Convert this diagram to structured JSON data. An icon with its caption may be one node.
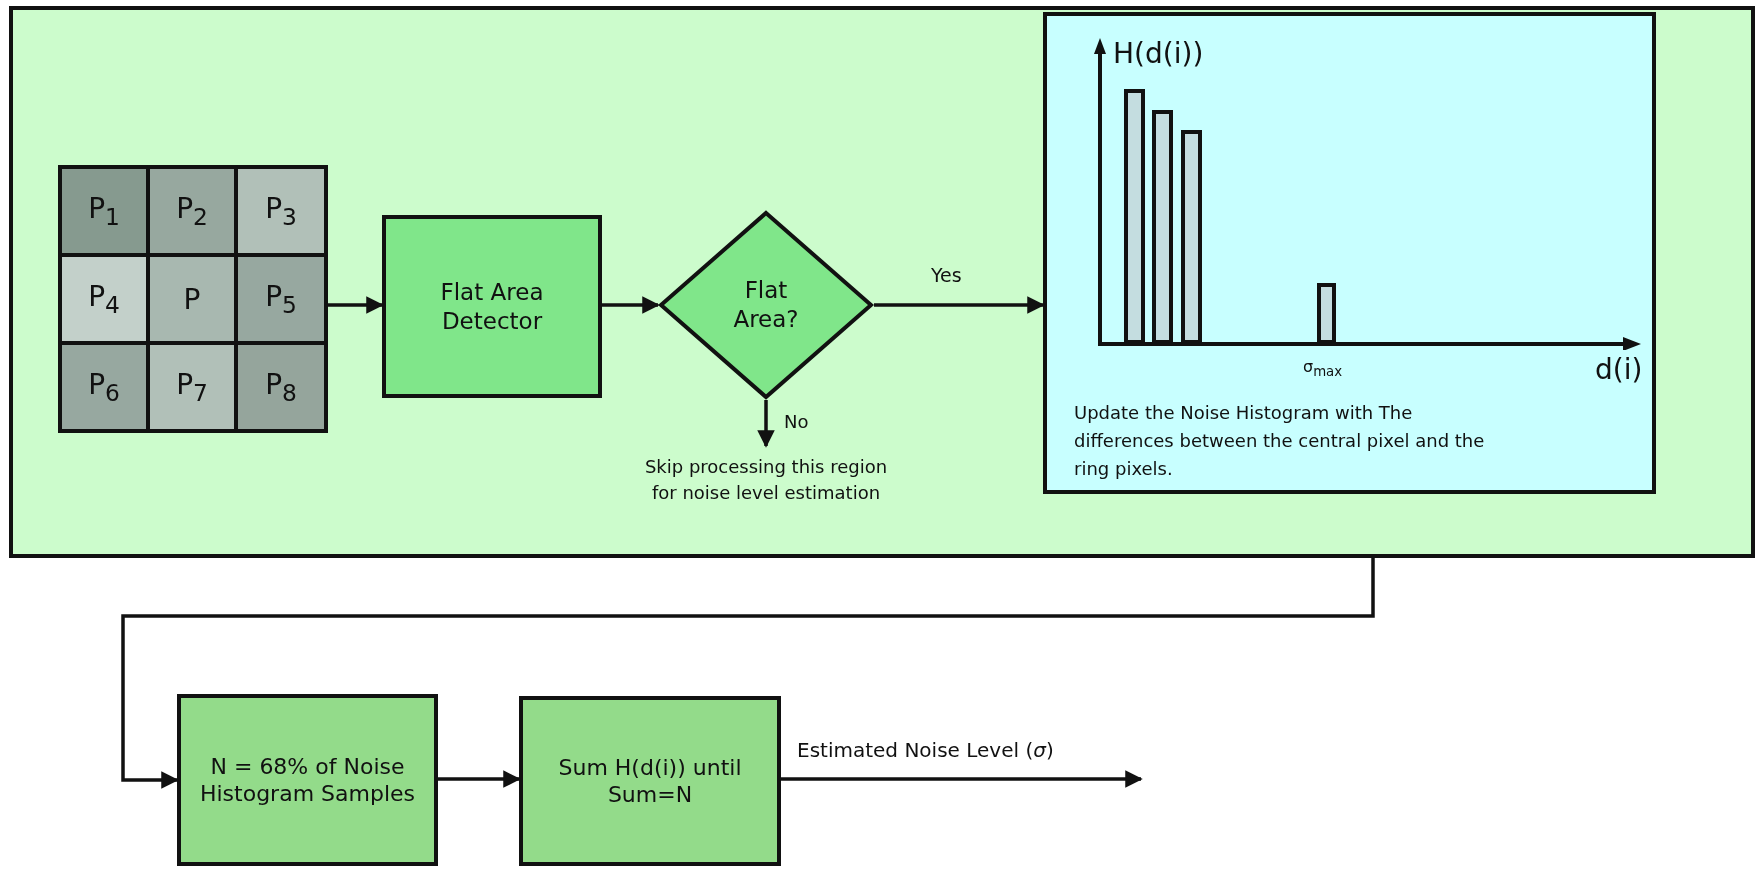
{
  "diagram": {
    "nodes": [
      {
        "text": [],
        "shape": "box"
      },
      {
        "text": [
          "P$_{1}$"
        ],
        "in": 0
      },
      {
        "text": [
          "P$_{2}$"
        ],
        "in": 0
      },
      {
        "text": [
          "P$_{3}$"
        ],
        "in": 0
      },
      {
        "text": [
          "P$_{4}$"
        ],
        "in": 0
      },
      {
        "text": [
          "P"
        ],
        "in": 0
      },
      {
        "text": [
          "P$_{5}$"
        ],
        "in": 0
      },
      {
        "text": [
          "P$_{6}$"
        ],
        "in": 0
      },
      {
        "text": [
          "P$_{7}$"
        ],
        "in": 0
      },
      {
        "text": [
          "P$_{8}$"
        ],
        "in": 0
      },
      {
        "text": [
          "Flat Area Detector"
        ],
        "in": 0
      },
      {
        "text": [
          "Flat Area?"
        ],
        "in": 0
      },
      {
        "text": [
          "Update the Noise Histogram with The differences between the central pixel and the ring pixels."
        ],
        "in": 0
      },
      {
        "text": [
          "Skip processing this region for noise level estimation"
        ],
        "in": 0
      },
      {
        "text": [
          "N = 68% of Noise Histogram Samples"
        ]
      },
      {
        "text": [
          "Sum H(d(i)) until Sum=N"
        ]
      }
    ],
    "edges": [
      {
        "from": 6,
        "to": 10,
        "arrow": "to"
      },
      {
        "from": 10,
        "to": 11,
        "arrow": "to"
      },
      {
        "from": 11,
        "to": 12,
        "arrow": "to",
        "label": "Yes"
      },
      {
        "from": 11,
        "to": 13,
        "arrow": "to",
        "label": "No"
      },
      {
        "from": 0,
        "to": 14,
        "arrow": "to"
      },
      {
        "from": 14,
        "to": 15,
        "arrow": "to"
      },
      {
        "from": 15,
        "to": null,
        "arrow": "to",
        "label": "Estimated Noise Level (*σ*)"
      }
    ],
    "labels": [
      "H(d(i))",
      "σ$_{max}$",
      "d(i)"
    ]
  }
}
